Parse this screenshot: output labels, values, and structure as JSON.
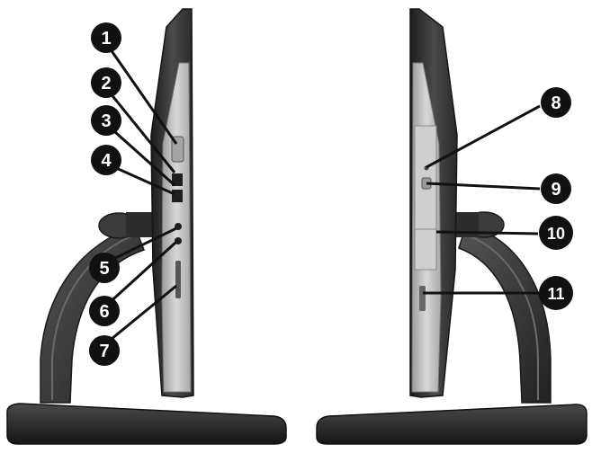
{
  "figure": {
    "left_view": {
      "callouts": [
        {
          "label": "1",
          "component": "power button"
        },
        {
          "label": "2",
          "component": "usb port"
        },
        {
          "label": "3",
          "component": "usb port"
        },
        {
          "label": "4",
          "component": "usb port"
        },
        {
          "label": "5",
          "component": "audio jack"
        },
        {
          "label": "6",
          "component": "audio jack"
        },
        {
          "label": "7",
          "component": "card reader"
        }
      ]
    },
    "right_view": {
      "callouts": [
        {
          "label": "8",
          "component": "drive activity light"
        },
        {
          "label": "9",
          "component": "drive eject button"
        },
        {
          "label": "10",
          "component": "optical drive"
        },
        {
          "label": "11",
          "component": "drive bay"
        }
      ]
    },
    "colors": {
      "callout_fill": "#111111",
      "callout_text": "#ffffff",
      "bezel": "#2f2f2f",
      "side_panel": "#c9c9c9",
      "stand": "#3a3a3a",
      "leader_line": "#111111"
    }
  }
}
